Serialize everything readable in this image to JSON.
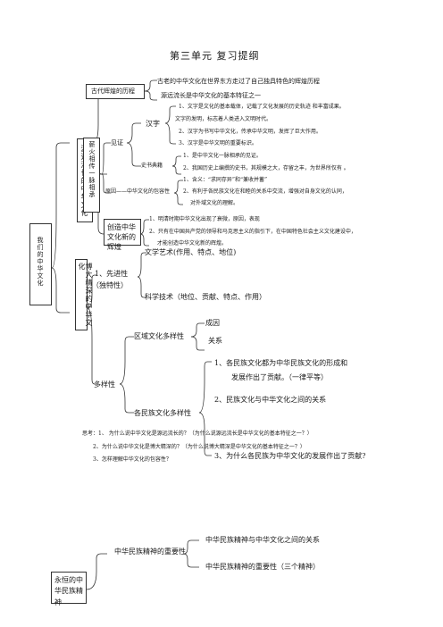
{
  "title": "第三单元  复习提纲",
  "root": "我们的中华文化",
  "part1": {
    "label": "源远流长的中华文化",
    "history": {
      "label": "古代辉煌的历程",
      "lines": [
        "古老的中华文化在世界东方走过了自己独具特色的辉煌历程",
        "源远流长是中华文化的基本特征之一"
      ]
    },
    "continuity": {
      "label": "薪火相传一脉相承",
      "evidence": {
        "label": "见证",
        "hanzi": {
          "label": "汉字",
          "lines": [
            "1、文字是文化的基本载体，记载了文化发展的历史轨迹        和丰富成果。",
            "文字的发明，标志着人类进入文明时代。",
            "2、汉字为书写中华文化，传承中华文明，发挥了巨大作用。",
            "3、汉字是中华文明的重要标识。"
          ]
        },
        "books": {
          "label": "史书典籍",
          "lines": [
            "1、是中华文化一脉相承的见证。",
            "2、我国历史上编撰的史书，其规模之大，存留之丰，为世界所仅有  。"
          ]
        }
      },
      "reason": {
        "label": "原因——中华文化的包容性",
        "lines": [
          "1、含义：“求同存异”和“兼收并蓄”",
          "2、有利于各民族文化在和睦的关系中交流，增强对自身文化的认同，",
          "对外域文化的理解。"
        ]
      }
    },
    "brilliance": {
      "label": "创造中华文化新的辉煌",
      "lines": [
        "1、明清时期中华文化出现了衰微，原因，表现",
        "2、只有在中国共产党的领导和马克思主义的指引下，在中国特色社会主义文化建设中，",
        "才能创造中华文化新的辉煌。"
      ]
    }
  },
  "part2": {
    "label": "博大精深的中华文化",
    "advanced": {
      "label": "1、先进性",
      "sublabel": "（独特性）",
      "items": [
        "文学艺术(作用、特点、地位)",
        "科学技术（地位、贡献、特点、作用）"
      ]
    },
    "diversity": {
      "label": "多样性",
      "regional": {
        "label": "区域文化多样性",
        "items": [
          "成因",
          "关系"
        ]
      },
      "ethnic": {
        "label": "各民族文化多样性",
        "items": [
          "1、各民族文化都为中华民族文化的形成和",
          "发展作出了贡献。（一律平等）",
          "2、民族文化与中华文化之间的关系",
          "3、为什么各民族为中华文化的发展作出了贡献?"
        ]
      }
    }
  },
  "questions": [
    "思考：1、  为什么说中华文化是源远流长的？（为什么说源远流长是中华文化的基本特征之一？）",
    "2、为什么说中华文化是博大精深的？（为什么说博大精深是中华文化的基本特征之一？）",
    "3、怎样理解中华文化的包容性？"
  ],
  "part3": {
    "label": "永恒的中华民族精神",
    "importance": {
      "label": "中华民族精神的重要性",
      "items": [
        "中华民族精神与中华文化之间的关系",
        "中华民族精神的重要性（三个精神）"
      ]
    }
  }
}
